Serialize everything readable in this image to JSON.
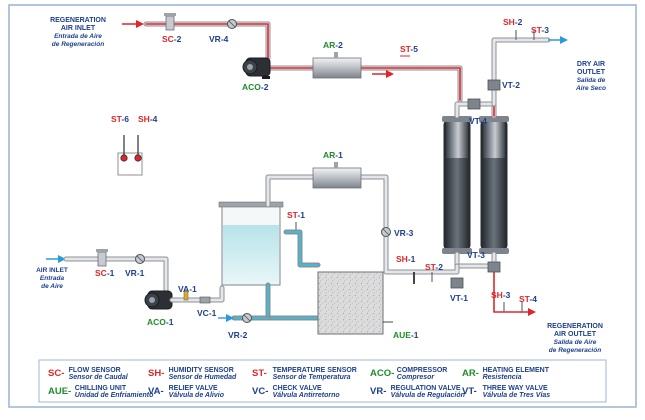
{
  "inlets_outlets": {
    "regen_inlet": {
      "line1": "REGENERATION",
      "line2": "AIR INLET",
      "line3": "Entrada de Aire",
      "line4": "de Regeneración"
    },
    "air_inlet": {
      "line1": "AIR INLET",
      "line2": "Entrada",
      "line3": "de Aire"
    },
    "dry_outlet": {
      "line1": "DRY AIR",
      "line2": "OUTLET",
      "line3": "Salida de",
      "line4": "Aire Seco"
    },
    "regen_outlet": {
      "line1": "REGENERATION",
      "line2": "AIR OUTLET",
      "line3": "Salida de Aire",
      "line4": "de Regeneración"
    }
  },
  "components": {
    "sc2": {
      "prefix": "SC",
      "suffix": "-2"
    },
    "vr4": {
      "prefix": "VR",
      "suffix": "-4"
    },
    "ar2": {
      "prefix": "AR",
      "suffix": "-2"
    },
    "st5": {
      "prefix": "ST",
      "suffix": "-5"
    },
    "aco2": {
      "prefix": "ACO",
      "suffix": "-2"
    },
    "sh2": {
      "prefix": "SH",
      "suffix": "-2"
    },
    "st3": {
      "prefix": "ST",
      "suffix": "-3"
    },
    "vt2": {
      "prefix": "VT",
      "suffix": "-2"
    },
    "vt4": {
      "prefix": "VT",
      "suffix": "-4"
    },
    "st6": {
      "prefix": "ST",
      "suffix": "-6"
    },
    "sh4": {
      "prefix": "SH",
      "suffix": "-4"
    },
    "ar1": {
      "prefix": "AR",
      "suffix": "-1"
    },
    "st1": {
      "prefix": "ST",
      "suffix": "-1"
    },
    "vr3": {
      "prefix": "VR",
      "suffix": "-3"
    },
    "sh1": {
      "prefix": "SH",
      "suffix": "-1"
    },
    "st2": {
      "prefix": "ST",
      "suffix": "-2"
    },
    "vt3": {
      "prefix": "VT",
      "suffix": "-3"
    },
    "vt1": {
      "prefix": "VT",
      "suffix": "-1"
    },
    "sh3": {
      "prefix": "SH",
      "suffix": "-3"
    },
    "st4": {
      "prefix": "ST",
      "suffix": "-4"
    },
    "sc1": {
      "prefix": "SC",
      "suffix": "-1"
    },
    "vr1": {
      "prefix": "VR",
      "suffix": "-1"
    },
    "va1": {
      "prefix": "VA",
      "suffix": "-1"
    },
    "aco1": {
      "prefix": "ACO",
      "suffix": "-1"
    },
    "vc1": {
      "prefix": "VC",
      "suffix": "-1"
    },
    "vr2": {
      "prefix": "VR",
      "suffix": "-2"
    },
    "aue1": {
      "prefix": "AUE",
      "suffix": "-1"
    }
  },
  "legend": [
    {
      "code": "SC-",
      "en": "FLOW SENSOR",
      "es": "Sensor de Caudal",
      "color": "#e0262a"
    },
    {
      "code": "SH-",
      "en": "HUMIDITY SENSOR",
      "es": "Sensor de Humedad",
      "color": "#e0262a"
    },
    {
      "code": "ST-",
      "en": "TEMPERATURE SENSOR",
      "es": "Sensor de Temperatura",
      "color": "#e0262a"
    },
    {
      "code": "ACO-",
      "en": "COMPRESSOR",
      "es": "Compresor",
      "color": "#1e8d2a"
    },
    {
      "code": "AR-",
      "en": "HEATING ELEMENT",
      "es": "Resistencia",
      "color": "#1e8d2a"
    },
    {
      "code": "AUE-",
      "en": "CHILLING UNIT",
      "es": "Unidad de Enfriamiento",
      "color": "#1e8d2a"
    },
    {
      "code": "VA-",
      "en": "RELIEF VALVE",
      "es": "Válvula de Alivio",
      "color": "#1d3f8f"
    },
    {
      "code": "VC-",
      "en": "CHECK VALVE",
      "es": "Válvula Antirretorno",
      "color": "#1d3f8f"
    },
    {
      "code": "VR-",
      "en": "REGULATION VALVE",
      "es": "Válvula de Regulación",
      "color": "#1d3f8f"
    },
    {
      "code": "VT-",
      "en": "THREE WAY VALVE",
      "es": "Válvula de Tres Vías",
      "color": "#1d3f8f"
    }
  ],
  "colors": {
    "label_blue": "#1d3f8f",
    "sensor_red": "#e0262a",
    "actuator_green": "#1e8d2a",
    "pipe_gray": "#8d9096",
    "coolant_cyan": "#2ec5e6",
    "arrow_cyan": "#2a9bd8",
    "frame_blue": "#9fb7d8"
  }
}
